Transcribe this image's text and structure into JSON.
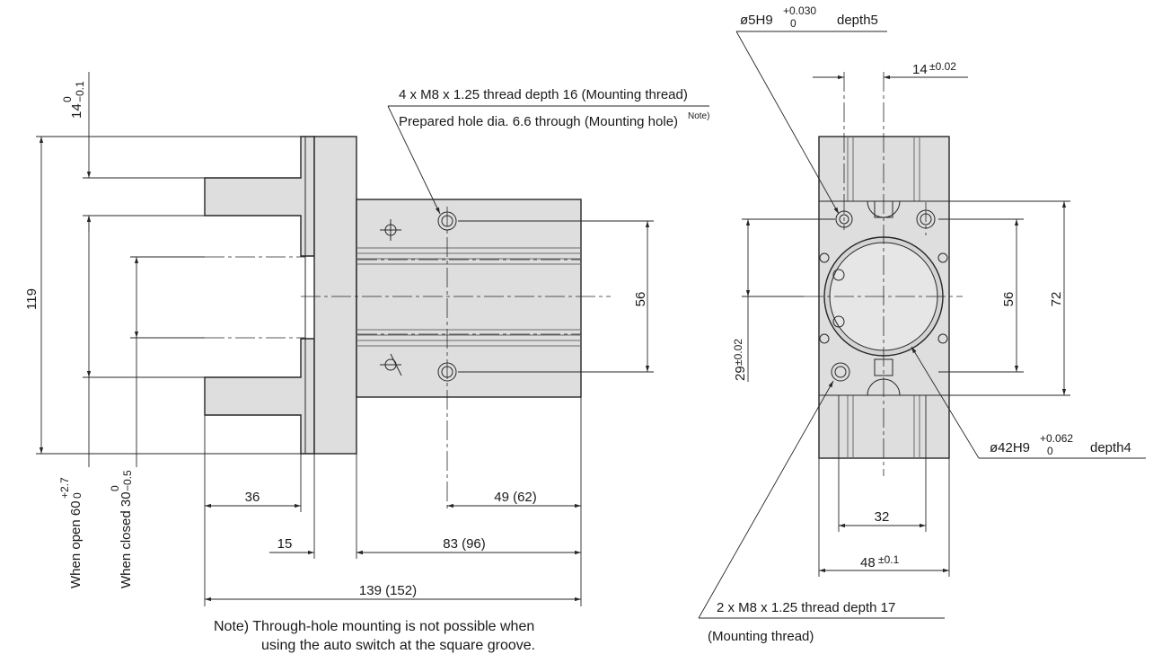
{
  "side_view": {
    "callout_thread": "4 x M8 x 1.25 thread depth 16 (Mounting thread)",
    "callout_hole": "Prepared hole dia. 6.6 through (Mounting hole)",
    "callout_hole_sup": "Note)",
    "dim_119": "119",
    "dim_14": "14",
    "dim_14_tol_top": "0",
    "dim_14_tol_bot": "−0.1",
    "dim_open": "When open 60",
    "dim_open_tol_top": "+2.7",
    "dim_open_tol_bot": "0",
    "dim_closed": "When closed 30",
    "dim_closed_tol_top": "0",
    "dim_closed_tol_bot": "−0.5",
    "dim_56": "56",
    "dim_36": "36",
    "dim_15": "15",
    "dim_49": "49 (62)",
    "dim_83": "83 (96)",
    "dim_139": "139 (152)"
  },
  "front_view": {
    "hole_callout": "ø5H9",
    "hole_tol_top": "+0.030",
    "hole_tol_bot": "0",
    "hole_depth": "depth5",
    "dim_14": "14",
    "dim_14_tol": "±0.02",
    "dim_29": "29",
    "dim_29_tol": "±0.02",
    "dim_56": "56",
    "dim_72": "72",
    "bore_callout": "ø42H9",
    "bore_tol_top": "+0.062",
    "bore_tol_bot": "0",
    "bore_depth": "depth4",
    "dim_32": "32",
    "dim_48": "48",
    "dim_48_tol": "±0.1",
    "thread_callout": "2 x M8 x 1.25 thread depth 17",
    "thread_note": "(Mounting thread)"
  },
  "note": {
    "line1": "Note) Through-hole mounting is not possible when",
    "line2": "using the auto switch at the square groove."
  }
}
